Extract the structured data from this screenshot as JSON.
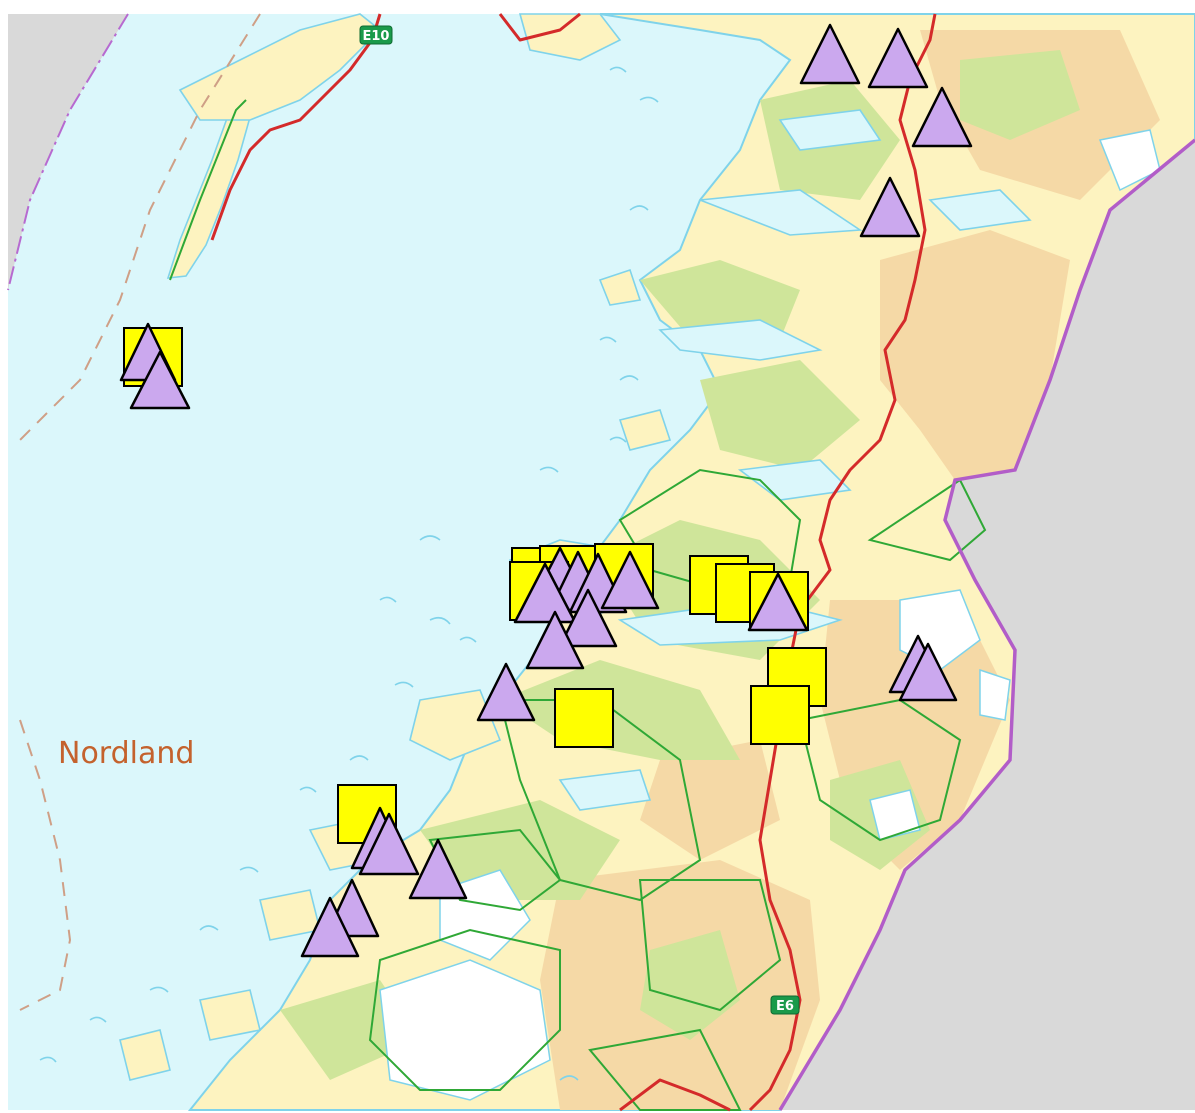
{
  "map": {
    "region_label": "Nordland",
    "road_shields": [
      "E10",
      "E6"
    ],
    "colors": {
      "sea": "#dbf7fb",
      "land": "#fdf3c0",
      "forest": "#cfe59a",
      "terrain": "#f5d9a6",
      "neighbour_country": "#d9d9d9",
      "road": "#d42a2a",
      "national_border": "#b25dc8",
      "protected_area": "#2fa836",
      "triangle_marker": "#cba8ee",
      "square_marker": "#ffff00"
    },
    "marker_types": [
      "purple-triangle",
      "yellow-square"
    ]
  }
}
